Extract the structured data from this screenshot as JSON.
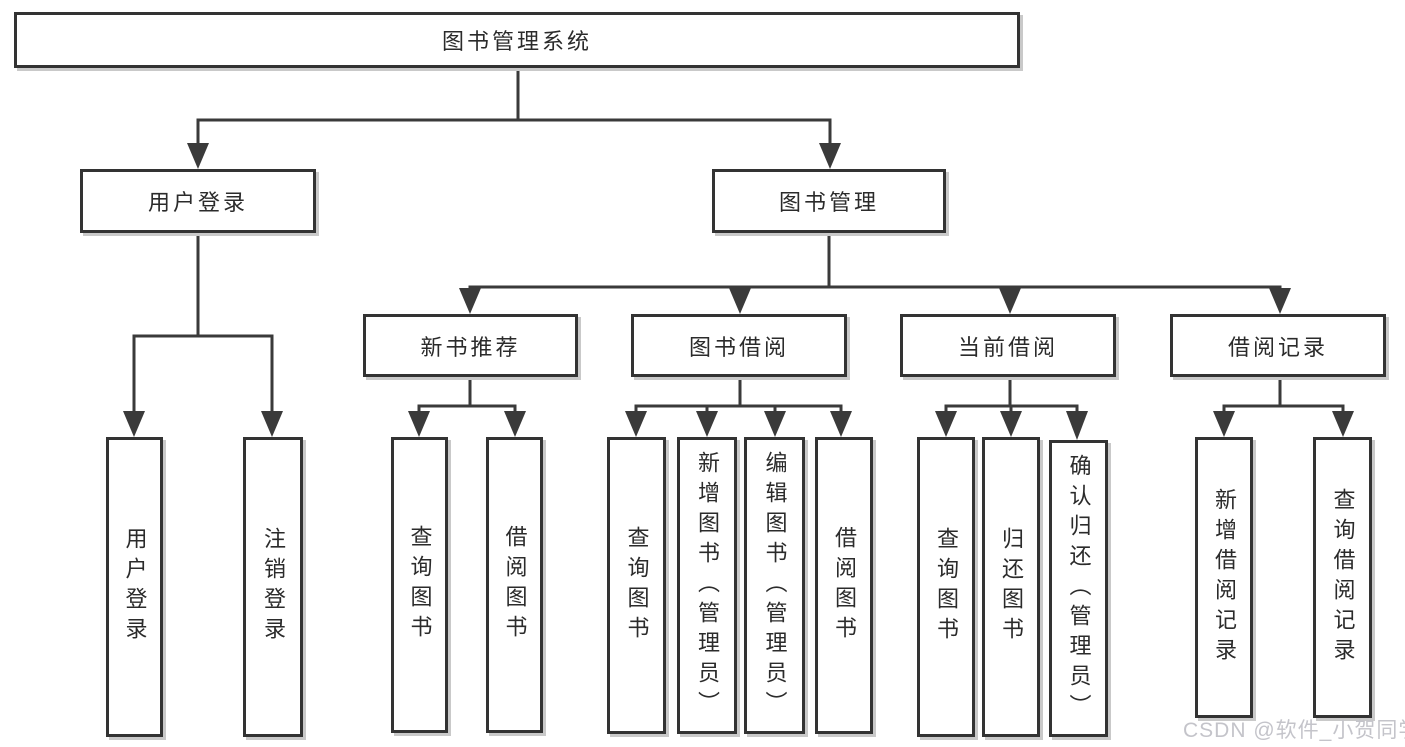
{
  "watermark": "CSDN @软件_小贺同学",
  "colors": {
    "line": "#3a3a3a",
    "box_border": "#333333",
    "text": "#2b2b2b",
    "watermark": "#c4c4ca",
    "background": "#ffffff"
  },
  "tree": {
    "label": "图书管理系统",
    "children": [
      {
        "label": "用户登录",
        "children": [
          {
            "label": "用户登录"
          },
          {
            "label": "注销登录"
          }
        ]
      },
      {
        "label": "图书管理",
        "children": [
          {
            "label": "新书推荐",
            "children": [
              {
                "label": "查询图书"
              },
              {
                "label": "借阅图书"
              }
            ]
          },
          {
            "label": "图书借阅",
            "children": [
              {
                "label": "查询图书"
              },
              {
                "label": "新增图书（管理员）"
              },
              {
                "label": "编辑图书（管理员）"
              },
              {
                "label": "借阅图书"
              }
            ]
          },
          {
            "label": "当前借阅",
            "children": [
              {
                "label": "查询图书"
              },
              {
                "label": "归还图书"
              },
              {
                "label": "确认归还（管理员）"
              }
            ]
          },
          {
            "label": "借阅记录",
            "children": [
              {
                "label": "新增借阅记录"
              },
              {
                "label": "查询借阅记录"
              }
            ]
          }
        ]
      }
    ]
  }
}
